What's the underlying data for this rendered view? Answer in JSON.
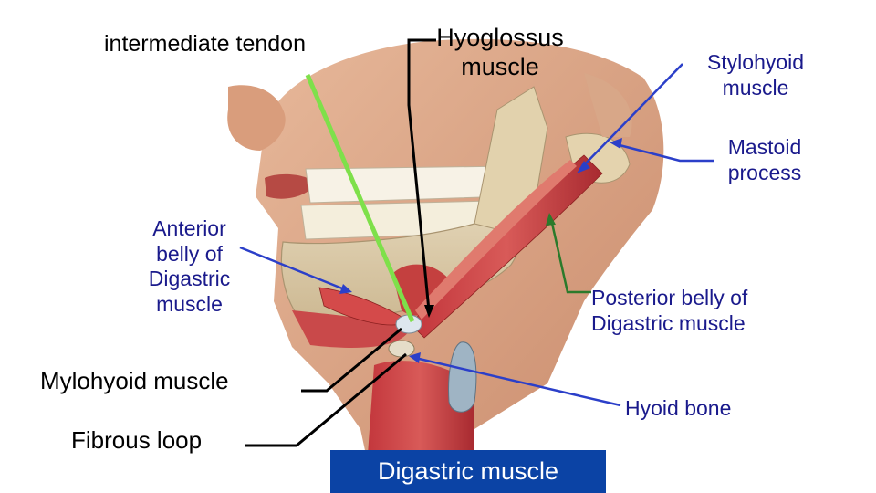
{
  "labels": {
    "intermediate_tendon": "intermediate tendon",
    "hyoglossus": [
      "Hyoglossus",
      "muscle"
    ],
    "stylohyoid": [
      "Stylohyoid",
      "muscle"
    ],
    "mastoid": [
      "Mastoid",
      "process"
    ],
    "anterior_belly": [
      "Anterior",
      "belly of",
      "Digastric",
      "muscle"
    ],
    "posterior_belly": [
      "Posterior belly of",
      "Digastric muscle"
    ],
    "mylohyoid": "Mylohyoid  muscle",
    "hyoid_bone": "Hyoid bone",
    "fibrous_loop": "Fibrous loop"
  },
  "title": "Digastric muscle",
  "colors": {
    "title_bg": "#0b43a5",
    "label_navy": "#1a1a8c",
    "pointer_blue": "#2b3fc9",
    "pointer_green": "#7ee04a",
    "pointer_black": "#000000",
    "muscle_red": "#b8353a",
    "bone": "#e8d9b8"
  }
}
